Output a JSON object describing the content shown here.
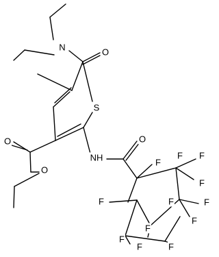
{
  "atoms": {
    "n_amide_top": "N",
    "o_amide_top": "O",
    "s_ring": "S",
    "o_ester_carbonyl": "O",
    "o_ester_ether": "O",
    "n_amide_bottom": "NH",
    "o_amide_bottom": "O",
    "f_1": "F",
    "f_2": "F",
    "f_3": "F",
    "f_4": "F",
    "f_5": "F",
    "f_6": "F",
    "f_7": "F",
    "f_8": "F",
    "f_9": "F",
    "f_10": "F",
    "f_11": "F",
    "f_12": "F"
  }
}
